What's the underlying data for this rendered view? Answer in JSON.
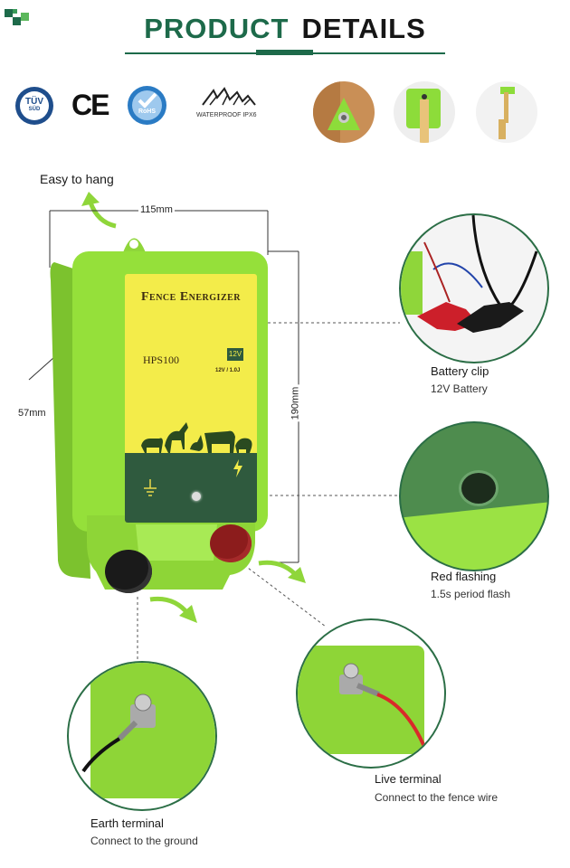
{
  "header": {
    "title_word1": "PRODUCT",
    "title_word2": "DETAILS"
  },
  "certifications": {
    "tuv_top": "TÜV",
    "tuv_bottom": "SÜD",
    "ce": "CE",
    "rohs": "RoHS",
    "waterproof": "WATERPROOF IPX6"
  },
  "device": {
    "brand": "Fence Energizer",
    "model": "HPS100",
    "battery_badge": "12V",
    "rating": "12V / 1.0J"
  },
  "dimensions": {
    "width": "115mm",
    "height": "190mm",
    "depth": "57mm"
  },
  "callouts": {
    "hang": "Easy to hang",
    "battery_title": "Battery clip",
    "battery_sub": "12V Battery",
    "flash_title": "Red flashing",
    "flash_sub": "1.5s period flash",
    "live_title": "Live terminal",
    "live_sub": "Connect to the fence wire",
    "earth_title": "Earth terminal",
    "earth_sub": "Connect to the ground"
  },
  "colors": {
    "brand_green": "#1d6a4a",
    "device_green": "#95e03a",
    "panel_yellow": "#f3ec4a",
    "panel_dark": "#2f5a3e",
    "arrow_green": "#8fd63a"
  }
}
